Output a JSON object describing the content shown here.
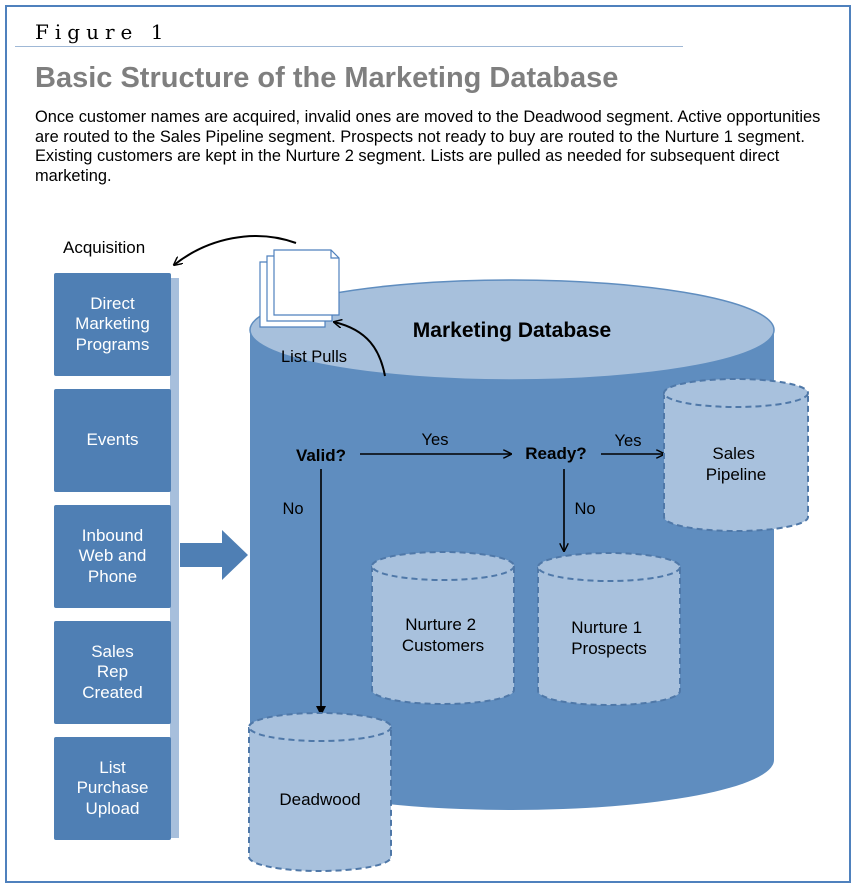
{
  "figure": {
    "label": "Figure 1",
    "title": "Basic Structure of the Marketing Database",
    "description": "Once customer names are acquired, invalid ones are moved to the Deadwood segment. Active opportunities are routed to the Sales Pipeline segment. Prospects not ready to buy are routed to the Nurture 1 segment. Existing customers are kept in the Nurture 2 segment. Lists are pulled as needed for subsequent direct marketing."
  },
  "acquisition": {
    "label": "Acquisition",
    "sources": [
      "Direct\nMarketing\nPrograms",
      "Events",
      "Inbound\nWeb and\nPhone",
      "Sales\nRep\nCreated",
      "List\nPurchase\nUpload"
    ]
  },
  "database": {
    "label": "Marketing Database",
    "list_pulls": "List Pulls",
    "decisions": {
      "valid": "Valid?",
      "ready": "Ready?"
    },
    "edges": {
      "yes_1": "Yes",
      "yes_2": "Yes",
      "no_1": "No",
      "no_2": "No"
    },
    "segments": {
      "sales_pipeline": "Sales Pipeline",
      "nurture_2": "Nurture 2 Customers",
      "nurture_1": "Nurture 1 Prospects",
      "deadwood": "Deadwood"
    }
  },
  "colors": {
    "frame": "#4f81bd",
    "box": "#4f7fb4",
    "cylinder_body": "#5f8dbf",
    "cylinder_top": "#a7c0dc",
    "segment_fill": "#a8c1dd",
    "segment_stroke": "#4f78a8"
  }
}
